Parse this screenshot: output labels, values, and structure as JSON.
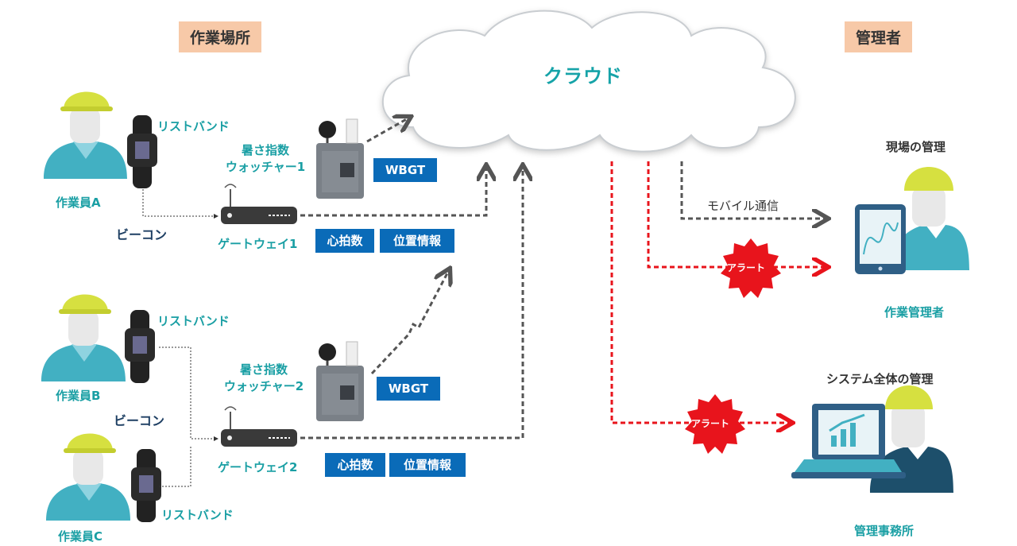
{
  "headers": {
    "worksite": "作業場所",
    "manager": "管理者"
  },
  "cloud": "クラウド",
  "workers": {
    "a": "作業員A",
    "b": "作業員B",
    "c": "作業員C"
  },
  "wristband": "リストバンド",
  "beacon": "ビーコン",
  "watcher1": {
    "line1": "暑さ指数",
    "line2": "ウォッチャー1"
  },
  "watcher2": {
    "line1": "暑さ指数",
    "line2": "ウォッチャー2"
  },
  "gateway1": "ゲートウェイ1",
  "gateway2": "ゲートウェイ2",
  "wbgt": "WBGT",
  "heart_rate": "心拍数",
  "location": "位置情報",
  "mobile_comm": "モバイル通信",
  "alert": "アラート",
  "site_mgmt": "現場の管理",
  "work_manager": "作業管理者",
  "system_mgmt": "システム全体の管理",
  "office": "管理事務所",
  "colors": {
    "teal": "#1a9fa4",
    "blue_badge": "#0a6bb8",
    "alert_red": "#e8141c",
    "tag_bg": "#f7c9a8"
  }
}
